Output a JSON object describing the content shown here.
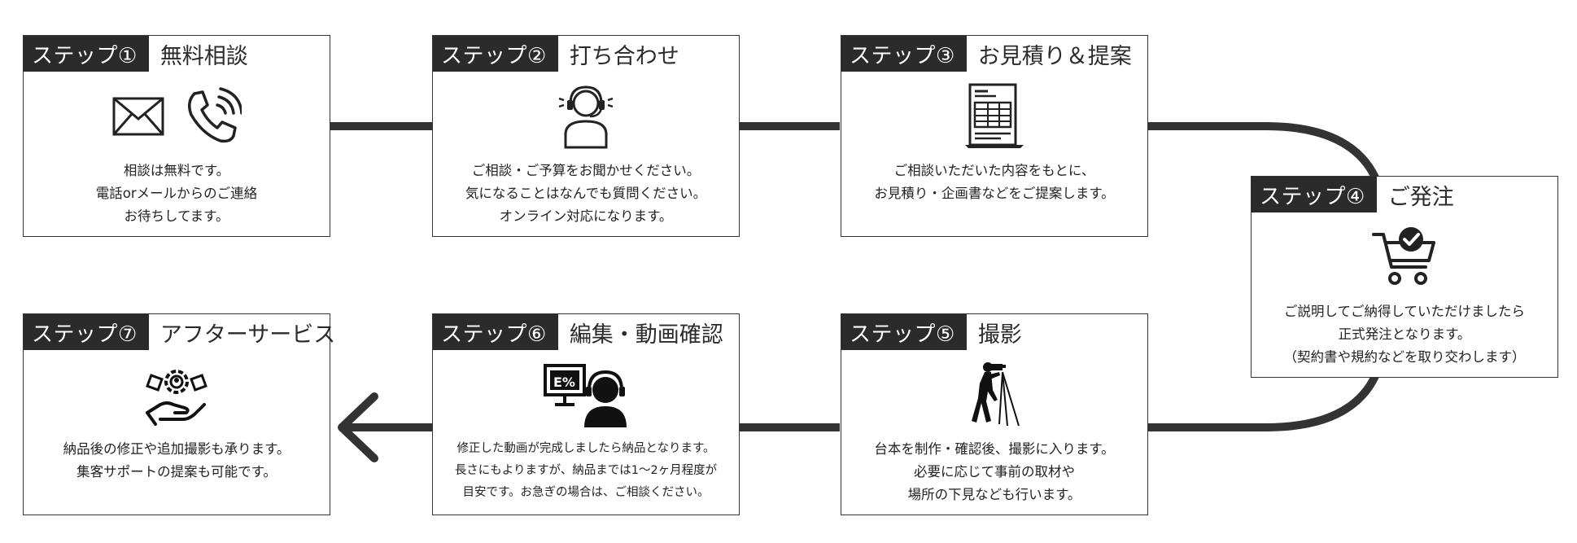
{
  "colors": {
    "line": "#333333",
    "badge_bg": "#2b2b2b",
    "badge_text": "#ffffff"
  },
  "steps": [
    {
      "badge": "ステップ①",
      "title": "無料相談",
      "icons": [
        "envelope-icon",
        "phone-icon"
      ],
      "lines": [
        "相談は無料です。",
        "電話orメールからのご連絡",
        "お待ちしてます。"
      ]
    },
    {
      "badge": "ステップ②",
      "title": "打ち合わせ",
      "icons": [
        "headset-operator-icon"
      ],
      "lines": [
        "ご相談・ご予算をお聞かせください。",
        "気になることはなんでも質問ください。",
        "オンライン対応になります。"
      ]
    },
    {
      "badge": "ステップ③",
      "title": "お見積り＆提案",
      "icons": [
        "document-icon"
      ],
      "lines": [
        "ご相談いただいた内容をもとに、",
        "お見積り・企画書などをご提案します。"
      ]
    },
    {
      "badge": "ステップ④",
      "title": "ご発注",
      "icons": [
        "cart-check-icon"
      ],
      "lines": [
        "ご説明してご納得していただけましたら",
        "正式発注となります。",
        "（契約書や規約などを取り交わします）"
      ]
    },
    {
      "badge": "ステップ⑤",
      "title": "撮影",
      "icons": [
        "camera-operator-icon"
      ],
      "lines": [
        "台本を制作・確認後、撮影に入ります。",
        "必要に応じて事前の取材や",
        "場所の下見なども行います。"
      ]
    },
    {
      "badge": "ステップ⑥",
      "title": "編集・動画確認",
      "icons": [
        "video-edit-support-icon"
      ],
      "lines": [
        "修正した動画が完成しましたら納品となります。",
        "長さにもよりますが、納品までは1〜2ヶ月程度が",
        "目安です。お急ぎの場合は、ご相談ください。"
      ]
    },
    {
      "badge": "ステップ⑦",
      "title": "アフターサービス",
      "icons": [
        "hand-gear-icon"
      ],
      "lines": [
        "納品後の修正や追加撮影も承ります。",
        "集客サポートの提案も可能です。"
      ]
    }
  ]
}
